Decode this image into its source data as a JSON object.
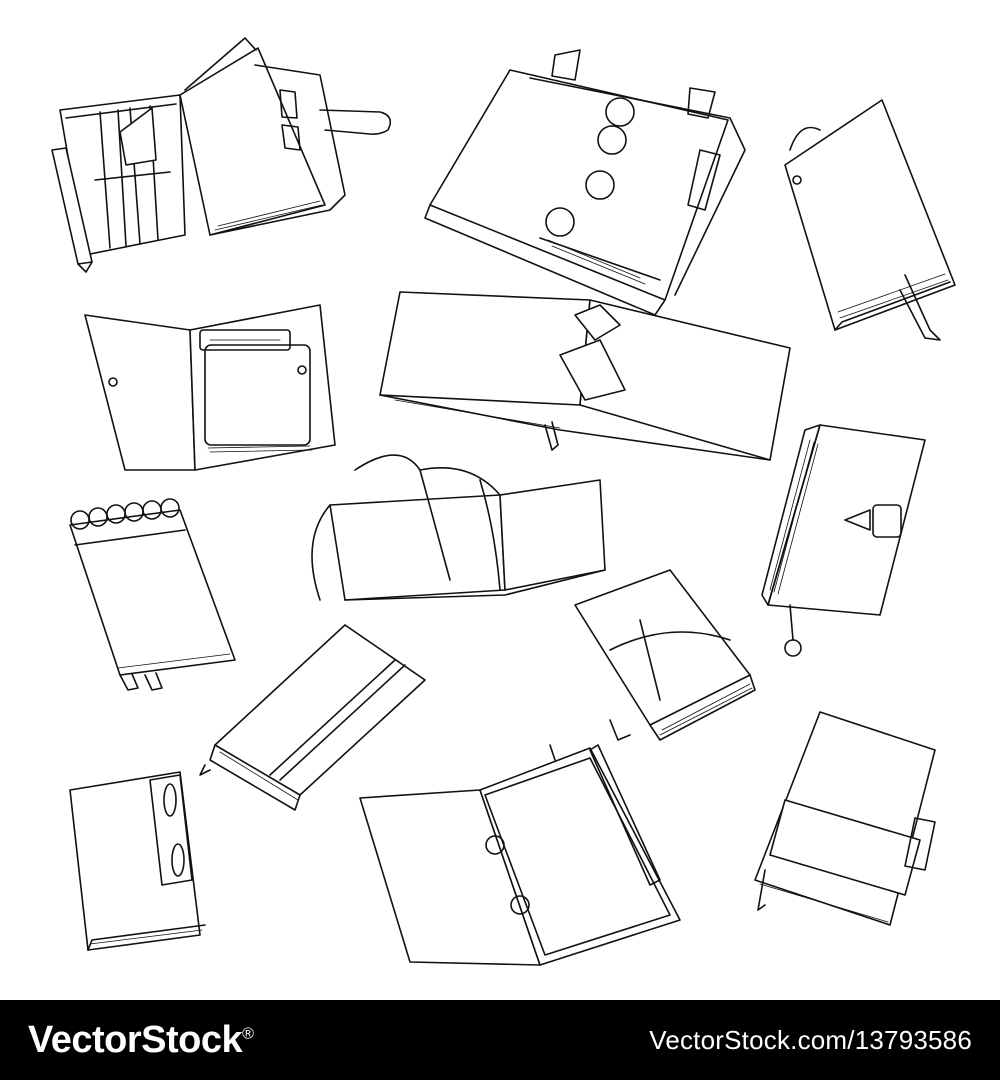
{
  "banner": {
    "background": "#000000",
    "text_color": "#ffffff",
    "brand_label": "VectorStock",
    "brand_mark": "®",
    "image_credit": "VectorStock.com/13793586"
  },
  "artwork": {
    "line_color": "#111111",
    "background": "#ffffff",
    "items": [
      "open-organizer-notebook",
      "ring-binder-planner",
      "closed-notebook-with-bookmark",
      "wallet-notebook-with-notepad",
      "open-notebook-with-paper-notes",
      "leather-notebook-with-lock",
      "spiral-notepad",
      "open-notebook-with-elastic",
      "wrapped-leather-notebook",
      "notebook-with-elastic-band",
      "open-ring-binder-with-pen",
      "notebook-with-clips",
      "notebook-with-band-and-pen-loop"
    ]
  }
}
